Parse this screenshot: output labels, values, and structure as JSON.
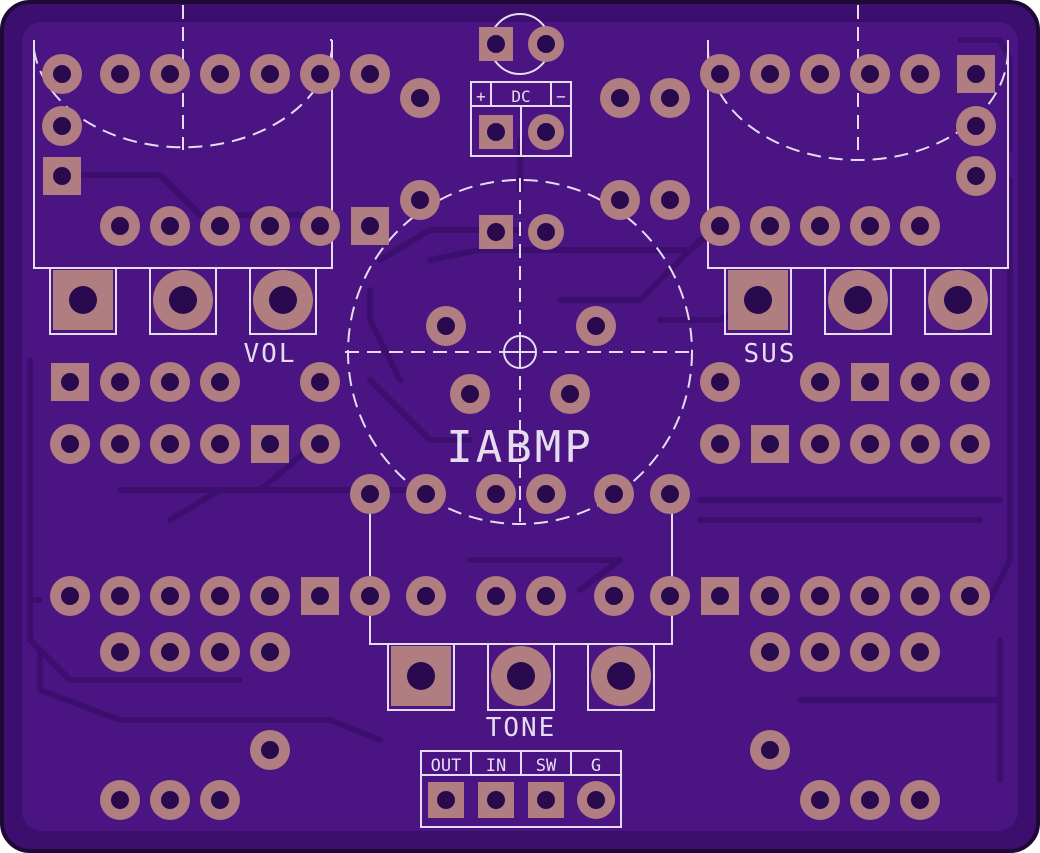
{
  "board": {
    "title": "IABMP",
    "colors": {
      "substrate": "#3c0f6e",
      "copper_fill": "#4a1583",
      "trace": "#5a259a",
      "silkscreen": "#e6dcf0",
      "pad": "#b07d80",
      "drill": "#2a0a4f",
      "outline": "#1e0836"
    }
  },
  "labels": {
    "vol": "VOL",
    "sus": "SUS",
    "tone": "TONE",
    "title": "IABMP",
    "dc": "DC",
    "dc_plus": "+",
    "dc_minus": "−",
    "jack_out": "OUT",
    "jack_in": "IN",
    "jack_sw": "SW",
    "jack_g": "G"
  }
}
